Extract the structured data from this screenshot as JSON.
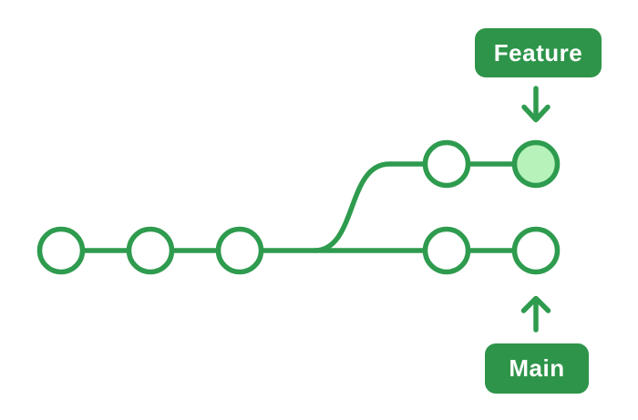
{
  "diagram": {
    "type": "git-branching-diagram",
    "background": "#ffffff",
    "branches": [
      {
        "name": "main",
        "label": "Main",
        "commit_count": 5,
        "row": "bottom",
        "head_highlighted": false,
        "pointer": "up-arrow below last commit"
      },
      {
        "name": "feature",
        "label": "Feature",
        "commit_count": 2,
        "row": "top",
        "head_highlighted": true,
        "branches_from": "main after third commit",
        "pointer": "down-arrow above last commit"
      }
    ],
    "colors": {
      "line_green": "#2e9b4e",
      "badge_green": "#2e9449",
      "highlight_fill": "#b7f2ba",
      "commit_fill": "#ffffff",
      "label_text": "#ffffff"
    }
  },
  "labels": {
    "feature": "Feature",
    "main": "Main"
  }
}
